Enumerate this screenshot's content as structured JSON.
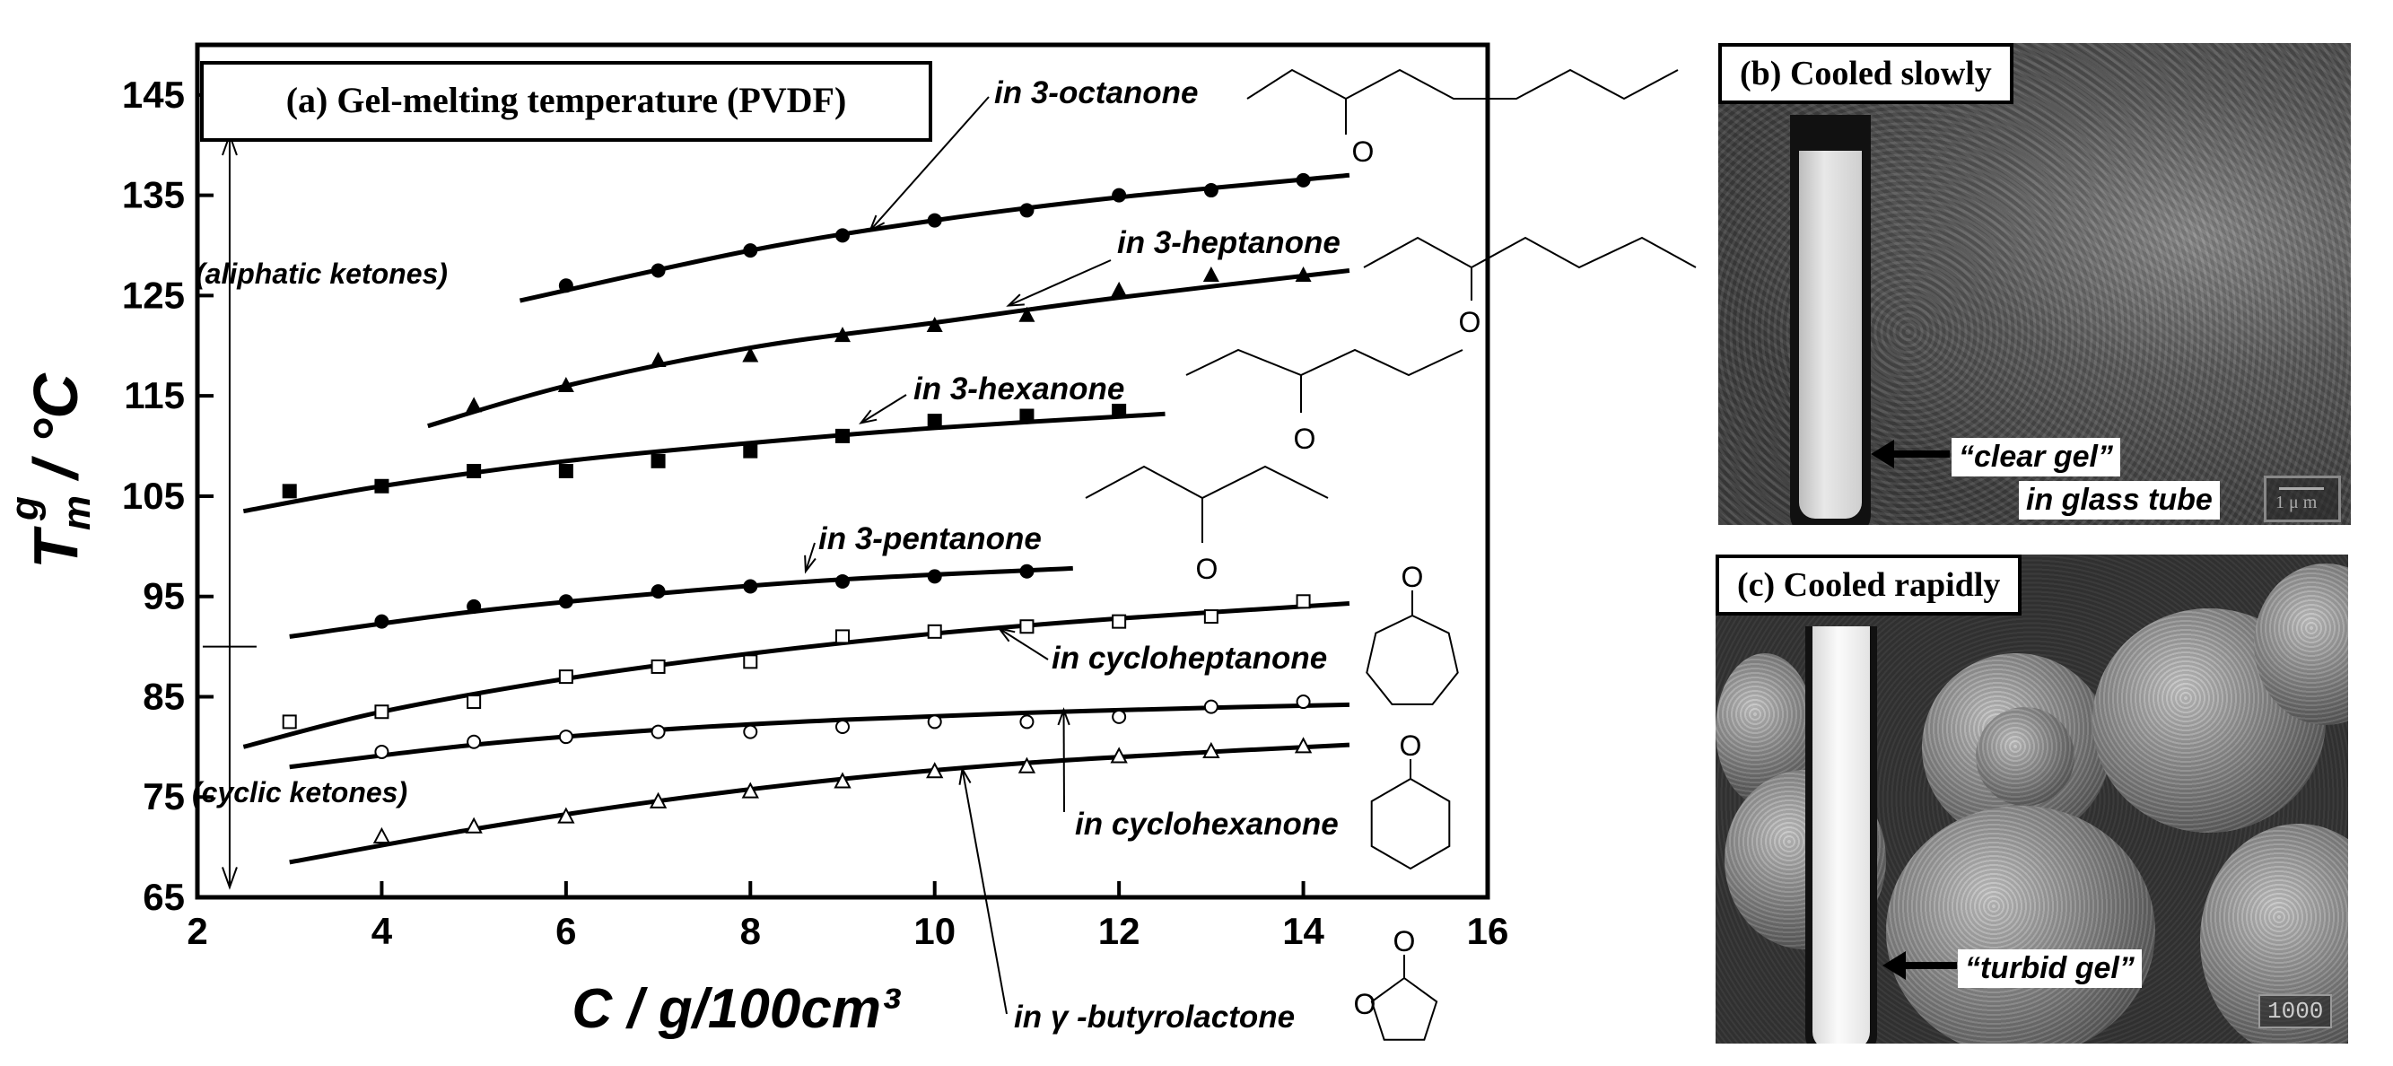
{
  "chart_data": {
    "type": "line",
    "title": "(a) Gel-melting temperature (PVDF)",
    "xlabel": "C / g/100cm³",
    "ylabel_main": "T",
    "ylabel_sub": "m",
    "ylabel_sup": "g",
    "ylabel_rest": " / °C",
    "xlim": [
      2,
      16
    ],
    "ylim": [
      65,
      150
    ],
    "xticks": [
      "2",
      "4",
      "6",
      "8",
      "10",
      "12",
      "14",
      "16"
    ],
    "yticks": [
      "65",
      "75",
      "85",
      "95",
      "105",
      "115",
      "125",
      "135",
      "145"
    ],
    "group_labels": [
      "(aliphatic ketones)",
      "(cyclic ketones)"
    ],
    "grid": false,
    "series": [
      {
        "name": "in 3-octanone",
        "marker": "filled-circle",
        "x": [
          6,
          7,
          8,
          9,
          10,
          11,
          12,
          13,
          14
        ],
        "y": [
          126,
          127.5,
          129.5,
          131,
          132.5,
          133.5,
          135,
          135.5,
          136.5
        ],
        "fit": [
          [
            5.5,
            124.5
          ],
          [
            8,
            129.5
          ],
          [
            10,
            132.5
          ],
          [
            12,
            134.8
          ],
          [
            14.5,
            137
          ]
        ]
      },
      {
        "name": "in 3-heptanone",
        "marker": "filled-triangle",
        "x": [
          5,
          6,
          7,
          8,
          9,
          10,
          11,
          12,
          13,
          14
        ],
        "y": [
          114,
          116,
          118.5,
          119,
          121,
          122,
          123,
          125.5,
          127,
          127
        ],
        "fit": [
          [
            4.5,
            112
          ],
          [
            6,
            116
          ],
          [
            8,
            119.8
          ],
          [
            10,
            122.3
          ],
          [
            12,
            124.8
          ],
          [
            14.5,
            127.5
          ]
        ]
      },
      {
        "name": "in 3-hexanone",
        "marker": "filled-square",
        "x": [
          3,
          4,
          5,
          6,
          7,
          8,
          9,
          10,
          11,
          12
        ],
        "y": [
          105.5,
          106,
          107.5,
          107.5,
          108.5,
          109.5,
          111,
          112.5,
          113,
          113.5
        ],
        "fit": [
          [
            2.5,
            103.5
          ],
          [
            4,
            106
          ],
          [
            6,
            108.5
          ],
          [
            8,
            110.3
          ],
          [
            10,
            111.8
          ],
          [
            12.5,
            113.2
          ]
        ]
      },
      {
        "name": "in 3-pentanone",
        "marker": "filled-circle",
        "x": [
          4,
          5,
          6,
          7,
          8,
          9,
          10,
          11
        ],
        "y": [
          92.5,
          94,
          94.5,
          95.5,
          96,
          96.5,
          97,
          97.5
        ],
        "fit": [
          [
            3,
            91
          ],
          [
            5,
            93.5
          ],
          [
            7,
            95.3
          ],
          [
            9,
            96.7
          ],
          [
            11.5,
            97.8
          ]
        ]
      },
      {
        "name": "in cycloheptanone",
        "marker": "open-square",
        "x": [
          3,
          4,
          5,
          6,
          7,
          8,
          9,
          10,
          11,
          12,
          13,
          14
        ],
        "y": [
          82.5,
          83.5,
          84.5,
          87,
          88,
          88.5,
          91,
          91.5,
          92,
          92.5,
          93,
          94.5
        ],
        "fit": [
          [
            2.5,
            80
          ],
          [
            4,
            83.5
          ],
          [
            6,
            86.8
          ],
          [
            8,
            89.3
          ],
          [
            10,
            91.3
          ],
          [
            12,
            92.8
          ],
          [
            14.5,
            94.3
          ]
        ]
      },
      {
        "name": "in cyclohexanone",
        "marker": "open-circle",
        "x": [
          4,
          5,
          6,
          7,
          8,
          9,
          10,
          11,
          12,
          13,
          14
        ],
        "y": [
          79.5,
          80.5,
          81,
          81.5,
          81.5,
          82,
          82.5,
          82.5,
          83,
          84,
          84.5
        ],
        "fit": [
          [
            3,
            78
          ],
          [
            5,
            80.2
          ],
          [
            7,
            81.7
          ],
          [
            9,
            82.7
          ],
          [
            11,
            83.4
          ],
          [
            13,
            83.9
          ],
          [
            14.5,
            84.2
          ]
        ]
      },
      {
        "name": "in γ -butyrolactone",
        "marker": "open-triangle",
        "x": [
          4,
          5,
          6,
          7,
          8,
          9,
          10,
          11,
          12,
          13,
          14
        ],
        "y": [
          71,
          72,
          73,
          74.5,
          75.5,
          76.5,
          77.5,
          78,
          79,
          79.5,
          80
        ],
        "fit": [
          [
            3,
            68.5
          ],
          [
            5,
            71.8
          ],
          [
            7,
            74.6
          ],
          [
            9,
            76.8
          ],
          [
            11,
            78.4
          ],
          [
            13,
            79.5
          ],
          [
            14.5,
            80.2
          ]
        ]
      }
    ]
  },
  "panel_b": {
    "title": "(b) Cooled slowly",
    "callout": "“clear gel”",
    "sublabel": "in glass tube",
    "scale_label": "1 μ m"
  },
  "panel_c": {
    "title": "(c) Cooled rapidly",
    "callout": "“turbid gel”",
    "mag_label": "1000"
  }
}
